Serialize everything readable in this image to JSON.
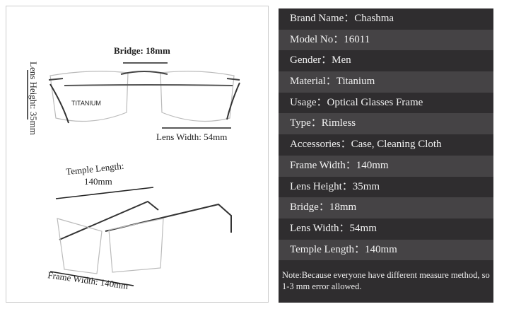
{
  "specs": [
    "Brand Name：Chashma",
    "Model No：16011",
    "Gender：Men",
    "Material：Titanium",
    "Usage：Optical Glasses Frame",
    "Type：Rimless",
    "Accessories：Case, Cleaning Cloth",
    "Frame Width：140mm",
    "Lens Height：35mm",
    "Bridge：18mm",
    "Lens Width：54mm",
    "Temple Length：140mm"
  ],
  "note": "Note:Because everyone have different measure method, so 1-3 mm error allowed.",
  "diagram": {
    "bridge": "Bridge: 18mm",
    "lens_height": "Lens Height: 35mm",
    "lens_width": "Lens Width: 54mm",
    "temple_length_1": "Temple Length:",
    "temple_length_2": "140mm",
    "frame_width": "Frame Width:  140mm",
    "engraving": "TITANIUM"
  }
}
